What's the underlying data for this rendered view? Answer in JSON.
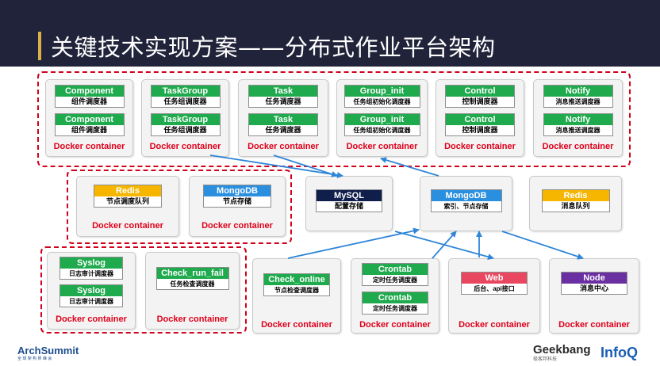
{
  "slide": {
    "title": "关键技术实现方案——分布式作业平台架构"
  },
  "docker_label": "Docker container",
  "components": [
    {
      "id": "component",
      "services": [
        {
          "name": "Component",
          "desc": "组件调度器",
          "color": "#1faa4d"
        },
        {
          "name": "Component",
          "desc": "组件调度器",
          "color": "#1faa4d"
        }
      ]
    },
    {
      "id": "taskgroup",
      "services": [
        {
          "name": "TaskGroup",
          "desc": "任务组调度器",
          "color": "#1faa4d"
        },
        {
          "name": "TaskGroup",
          "desc": "任务组调度器",
          "color": "#1faa4d"
        }
      ]
    },
    {
      "id": "task",
      "services": [
        {
          "name": "Task",
          "desc": "任务调度器",
          "color": "#1faa4d"
        },
        {
          "name": "Task",
          "desc": "任务调度器",
          "color": "#1faa4d"
        }
      ]
    },
    {
      "id": "group-init",
      "services": [
        {
          "name": "Group_init",
          "desc": "任务组初始化调度器",
          "color": "#1faa4d"
        },
        {
          "name": "Group_init",
          "desc": "任务组初始化调度器",
          "color": "#1faa4d"
        }
      ]
    },
    {
      "id": "control",
      "services": [
        {
          "name": "Control",
          "desc": "控制调度器",
          "color": "#1faa4d"
        },
        {
          "name": "Control",
          "desc": "控制调度器",
          "color": "#1faa4d"
        }
      ]
    },
    {
      "id": "notify",
      "services": [
        {
          "name": "Notify",
          "desc": "消息推送调度器",
          "color": "#1faa4d"
        },
        {
          "name": "Notify",
          "desc": "消息推送调度器",
          "color": "#1faa4d"
        }
      ]
    },
    {
      "id": "redis-node",
      "services": [
        {
          "name": "Redis",
          "desc": "节点调度队列",
          "color": "#f6b600"
        }
      ]
    },
    {
      "id": "mongodb-node",
      "services": [
        {
          "name": "MongoDB",
          "desc": "节点存储",
          "color": "#2b8fe0"
        }
      ]
    },
    {
      "id": "mysql",
      "services": [
        {
          "name": "MySQL",
          "desc": "配置存储",
          "color": "#0f1e4a"
        }
      ]
    },
    {
      "id": "mongodb-index",
      "services": [
        {
          "name": "MongoDB",
          "desc": "索引、节点存储",
          "color": "#2b8fe0"
        }
      ]
    },
    {
      "id": "redis-msg",
      "services": [
        {
          "name": "Redis",
          "desc": "消息队列",
          "color": "#f6b600"
        }
      ]
    },
    {
      "id": "syslog",
      "services": [
        {
          "name": "Syslog",
          "desc": "日志审计调度器",
          "color": "#1faa4d"
        },
        {
          "name": "Syslog",
          "desc": "日志审计调度器",
          "color": "#1faa4d"
        }
      ]
    },
    {
      "id": "check-run-fail",
      "services": [
        {
          "name": "Check_run_fail",
          "desc": "任务检查调度器",
          "color": "#1faa4d"
        }
      ]
    },
    {
      "id": "check-online",
      "services": [
        {
          "name": "Check_online",
          "desc": "节点检查调度器",
          "color": "#1faa4d"
        }
      ]
    },
    {
      "id": "crontab",
      "services": [
        {
          "name": "Crontab",
          "desc": "定时任务调度器",
          "color": "#1faa4d"
        },
        {
          "name": "Crontab",
          "desc": "定时任务调度器",
          "color": "#1faa4d"
        }
      ]
    },
    {
      "id": "web",
      "services": [
        {
          "name": "Web",
          "desc": "后台、api接口",
          "color": "#e8475f"
        }
      ]
    },
    {
      "id": "node",
      "services": [
        {
          "name": "Node",
          "desc": "消息中心",
          "color": "#6a2fa1"
        }
      ]
    }
  ],
  "footer": {
    "archsummit_main": "ArchSummit",
    "archsummit_sub": "全 球 架 构 师 峰 会",
    "geekbang_main": "Geekbang",
    "geekbang_sub": "极客邦科技",
    "infoq": "InfoQ"
  },
  "colors": {
    "header_bg": "#21233a",
    "accent_bar": "#d9b04a",
    "dashed_border": "#d0011b",
    "docker_text": "#e0001a",
    "arrow": "#2f86d8"
  }
}
